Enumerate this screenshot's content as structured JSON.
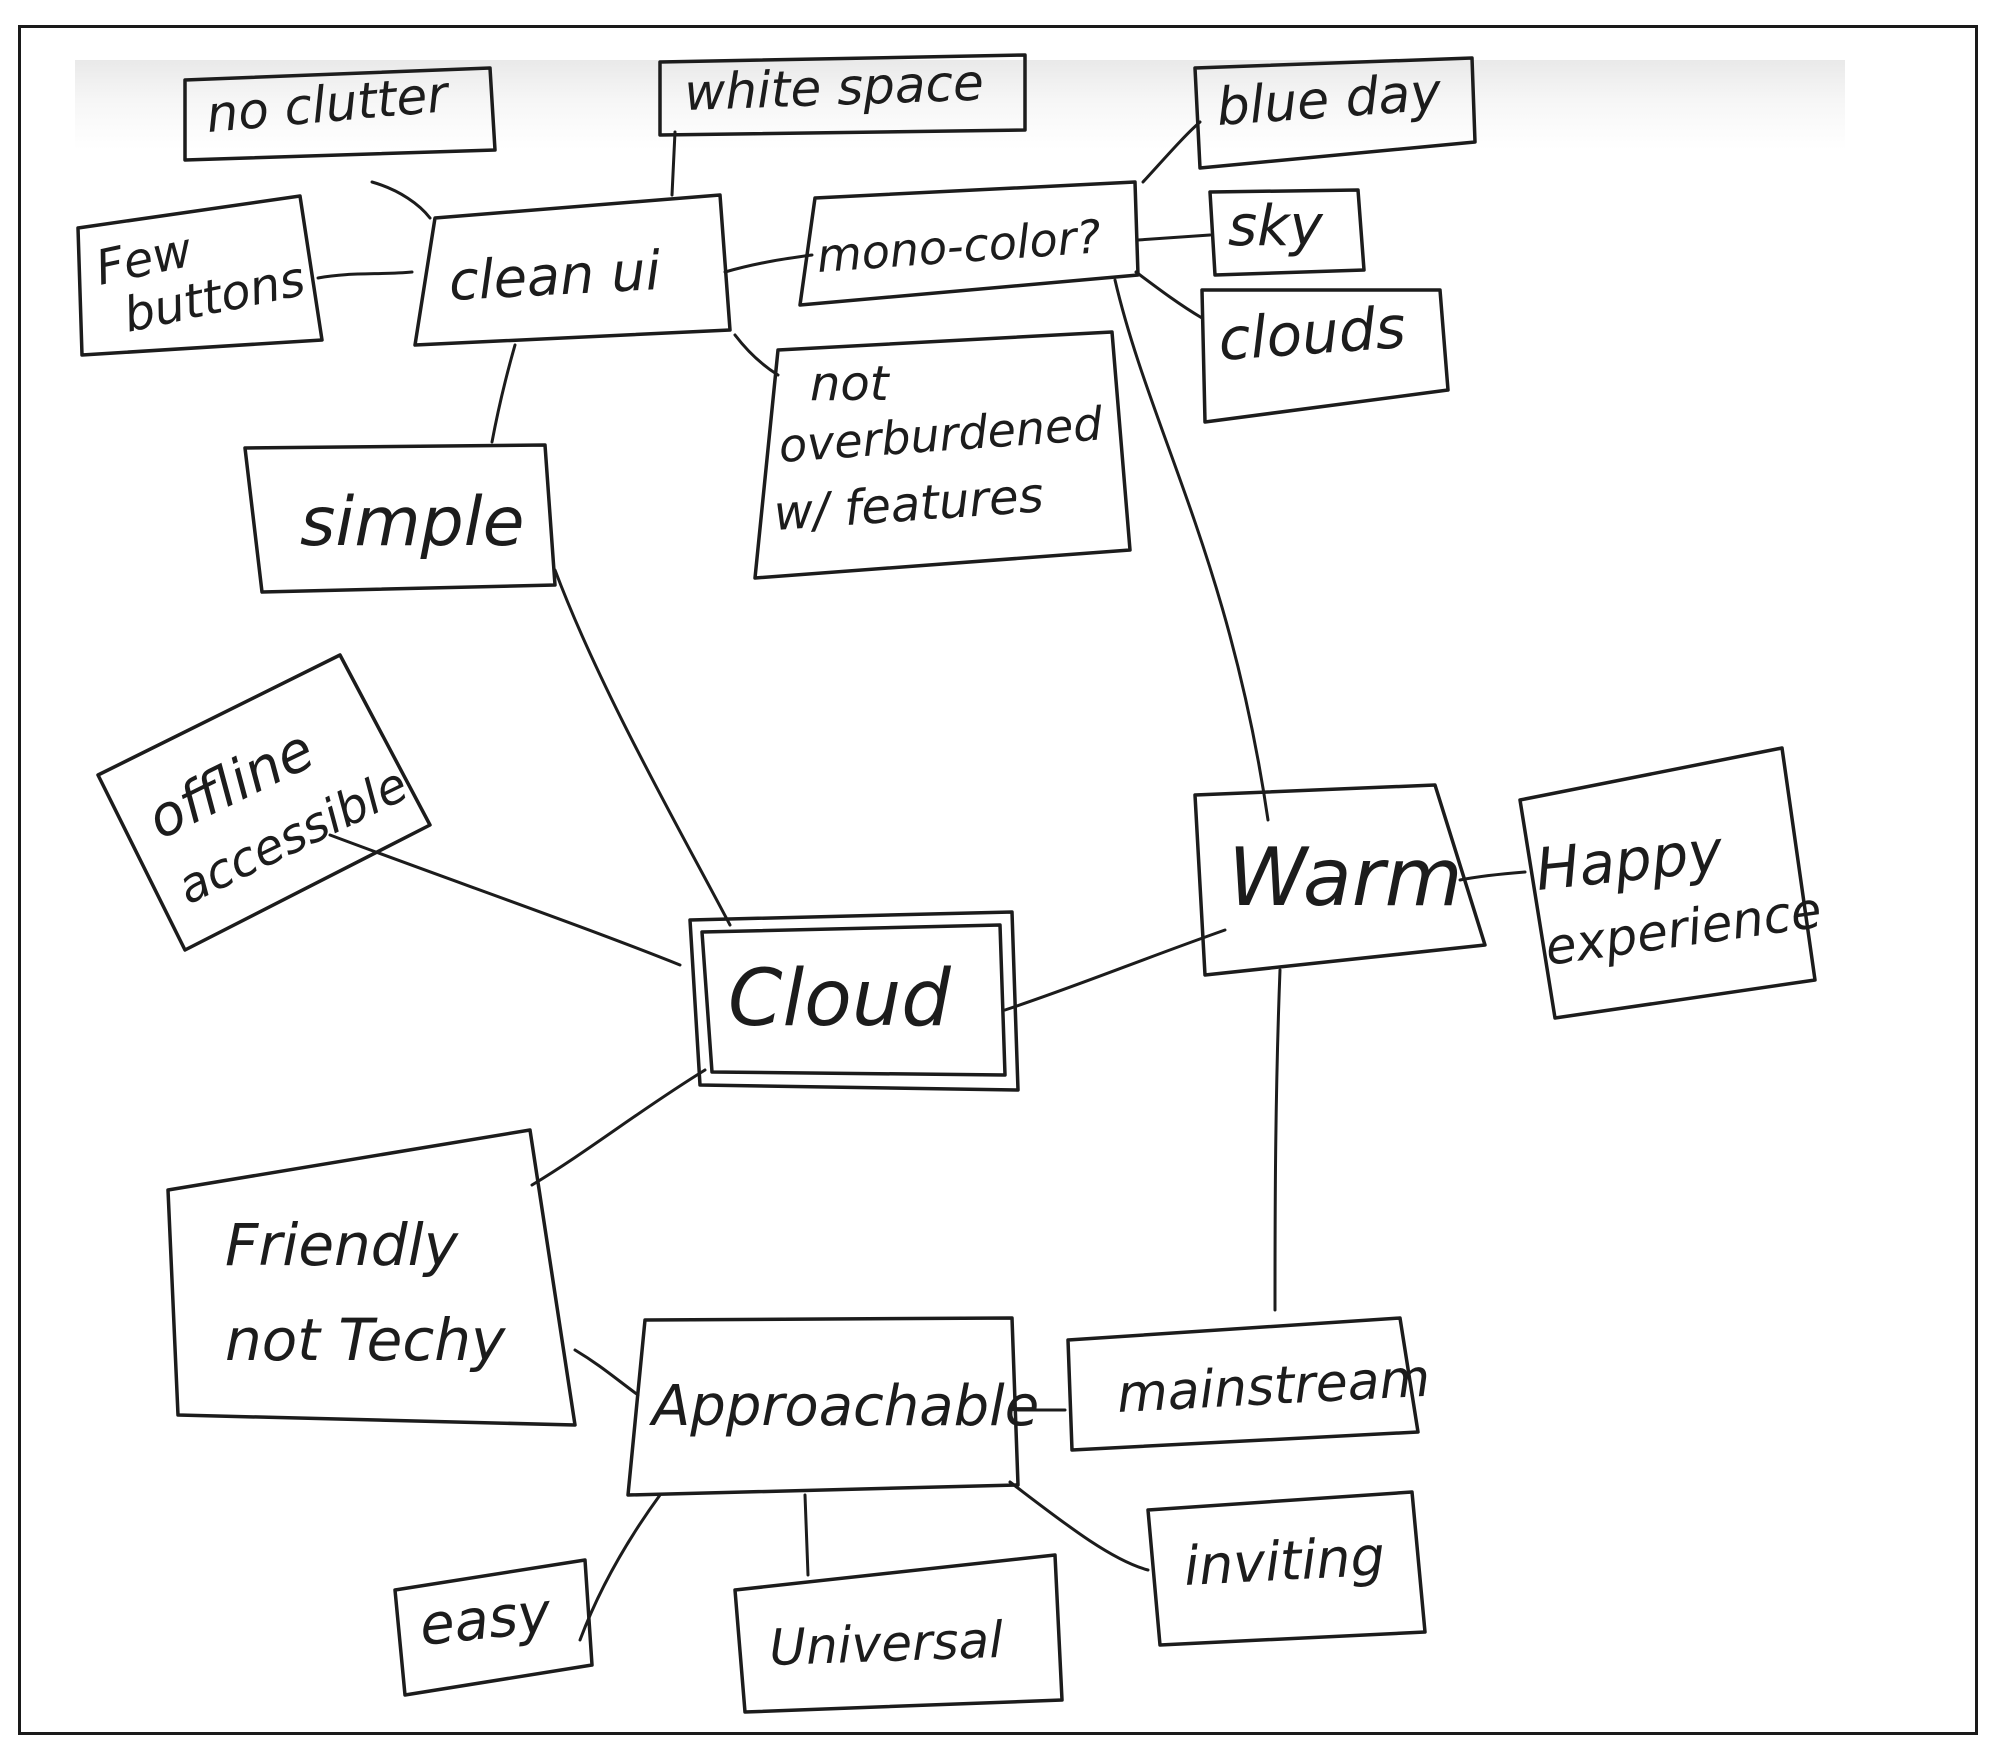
{
  "nodes": {
    "no_clutter": "no clutter",
    "white_space": "white space",
    "blue_day": "blue day",
    "few_buttons_line1": "Few",
    "few_buttons_line2": "buttons",
    "clean_ui": "clean ui",
    "mono_color": "mono-color?",
    "sky": "sky",
    "clouds": "clouds",
    "not_overburdened_line1": "not",
    "not_overburdened_line2": "overburdened",
    "not_overburdened_line3": "w/ features",
    "simple": "simple",
    "offline_line1": "offline",
    "offline_line2": "accessible",
    "warm": "Warm",
    "happy_line1": "Happy",
    "happy_line2": "experience",
    "cloud": "Cloud",
    "friendly_line1": "Friendly",
    "friendly_line2": "not Techy",
    "approachable": "Approachable",
    "mainstream": "mainstream",
    "easy": "easy",
    "universal": "Universal",
    "inviting": "inviting"
  }
}
